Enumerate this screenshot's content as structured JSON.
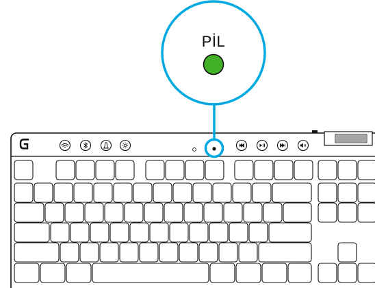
{
  "callout": {
    "label": "PİL",
    "indicator_state": "on",
    "indicator_color": "#43b02a",
    "accent_color": "#00a9e0"
  },
  "keyboard": {
    "brand_icon": "logitech-g-logo-icon",
    "top_icons": [
      "lightspeed-icon",
      "bluetooth-icon",
      "game-mode-icon",
      "brightness-icon"
    ],
    "status_led": "battery-led",
    "media_icons": [
      "previous-track-icon",
      "play-pause-icon",
      "next-track-icon",
      "mute-icon"
    ],
    "volume_control": "volume-roller"
  }
}
